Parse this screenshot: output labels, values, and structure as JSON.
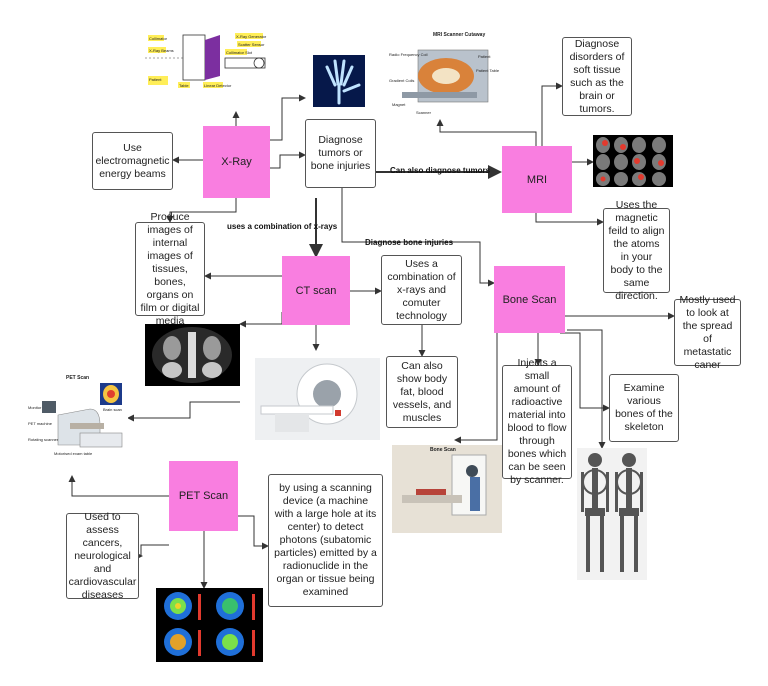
{
  "nodes": {
    "xray": "X-Ray",
    "mri": "MRI",
    "ct": "CT scan",
    "bone": "Bone Scan",
    "pet": "PET Scan"
  },
  "notes": {
    "em_energy": "Use electromagnetic energy beams",
    "diagnose_tumors_bone": "Diagnose tumors or bone injuries",
    "produce_images": "Produce images of internal images of tissues, bones, organs on film or digital media",
    "diagnose_soft_tissue": "Diagnose disorders of soft tissue such as the brain or tumors.",
    "magnetic_field": "Uses the magnetic feild to align the atoms in your body to the same direction.",
    "ct_combination": "Uses a combination of x-rays and comuter technology",
    "body_fat": "Can also show body fat, blood vessels, and muscles",
    "metastatic": "Mostly used to look at the spread of metastatic caner",
    "examine_bones": "Examine various bones of the skeleton",
    "injects": "Injects a small amount of radioactive material into blood to flow through bones which can be seen by scanner.",
    "assess": "Used to assess cancers, neurological and cardiovascular diseases",
    "photons": "by using a scanning device (a machine with a large hole at its center) to detect photons (subatomic particles) emitted by a radionuclide in the organ or tissue being examined"
  },
  "edge_labels": {
    "also_tumors": "Can also diagnose tumors",
    "xrays_combination": "uses a combination of x-rays",
    "bone_injuries": "Diagnose bone injuries"
  },
  "image_labels": {
    "xray_diagram": [
      "Collimator",
      "X-Ray Beams",
      "X-Ray Generator",
      "Scatter Sensor",
      "Collimator Slot",
      "Patient",
      "Table",
      "Linear Detector"
    ],
    "mri_title": "MRI Scanner Cutaway",
    "mri_parts": [
      "Radio Frequency Coil",
      "Gradient Coils",
      "Magnet",
      "Patient",
      "Patient Table",
      "Scanner"
    ],
    "pet_title": "PET Scan",
    "pet_parts": [
      "Monitor",
      "Brain scan",
      "PET machine",
      "Rotating scanner",
      "Motorised exam table"
    ],
    "bone_title": "Bone Scan"
  },
  "colors": {
    "node_fill": "#f97ee0",
    "line": "#333333",
    "note_border": "#555555"
  },
  "icons": [
    "xray-hand-image",
    "xray-machine-diagram",
    "mri-cutaway-image",
    "brain-mri-slices-image",
    "ct-abdomen-image",
    "ct-scanner-image",
    "pet-scanner-diagram",
    "bone-scan-room-image",
    "skeleton-scan-image",
    "pet-brain-scans-image"
  ]
}
